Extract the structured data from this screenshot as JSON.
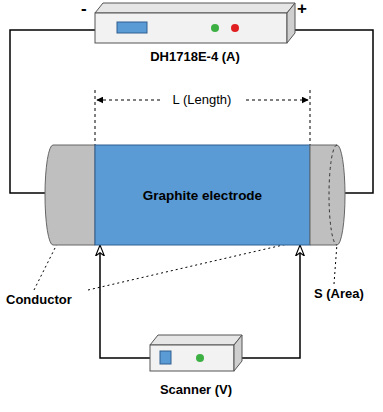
{
  "diagram": {
    "nodes": [
      {
        "text": [
          "DH1718E-4 (A)"
        ]
      },
      {
        "text": [
          "Graphite electrode"
        ]
      },
      {
        "text": [
          "Scanner (V)"
        ]
      }
    ],
    "edges": [
      {
        "from": 0,
        "to": 1,
        "arrow": "none"
      },
      {
        "from": 0,
        "to": 1,
        "arrow": "none"
      },
      {
        "from": 2,
        "to": 1,
        "arrow": "to"
      },
      {
        "from": 2,
        "to": 1,
        "arrow": "to"
      }
    ],
    "labels": [
      "-",
      "+",
      "L (Length)",
      "Conductor",
      "S (Area)"
    ]
  }
}
